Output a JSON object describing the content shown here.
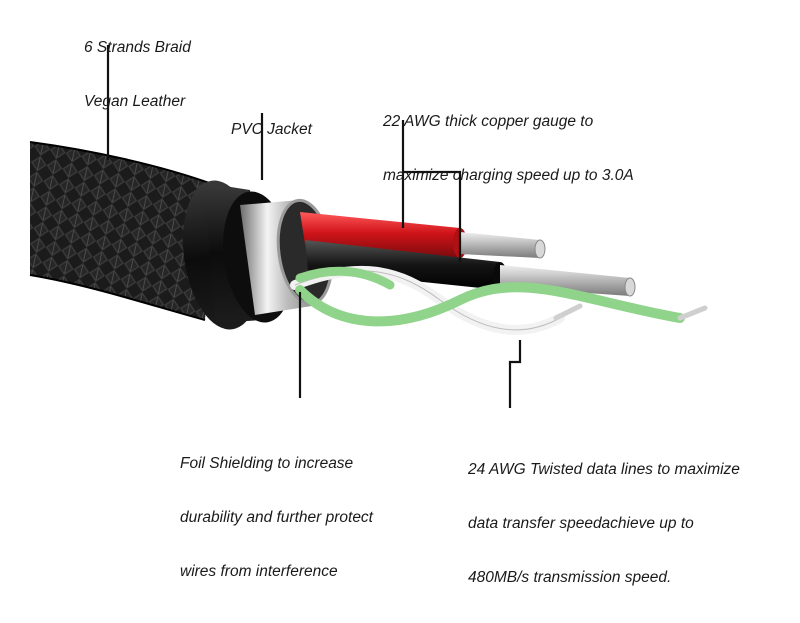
{
  "labels": {
    "braid": {
      "line1": "6 Strands Braid",
      "line2": "Vegan Leather"
    },
    "jacket": {
      "line1": "PVC Jacket"
    },
    "copper": {
      "line1": "22 AWG thick copper gauge to",
      "line2": "maximize charging speed up to 3.0A"
    },
    "foil": {
      "line1": "Foil Shielding to increase",
      "line2": "durability and further protect",
      "line3": "wires from interference"
    },
    "data_lines": {
      "line1": "24 AWG Twisted data lines to maximize",
      "line2": "data transfer speedachieve up to",
      "line3": "480MB/s transmission speed."
    }
  },
  "colors": {
    "braid": "#1b1b1b",
    "jacket": "#111111",
    "foil": "#c9c9c9",
    "power_wire": "#d0141a",
    "ground_wire": "#141414",
    "data_wire_green": "#8fd48a",
    "data_wire_white": "#f2f2f2",
    "copper_strands": "#c8c8c8",
    "leader_lines": "#111111"
  }
}
